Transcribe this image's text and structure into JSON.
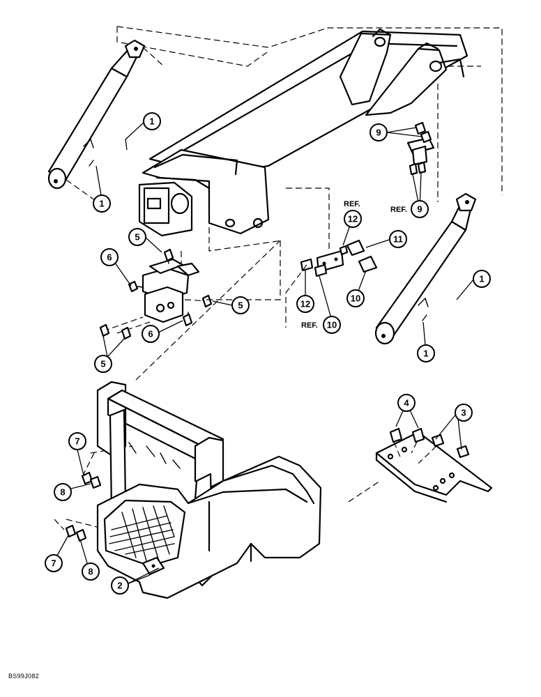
{
  "drawing_code": "BS99J082",
  "ref_prefix": "REF.",
  "callouts": [
    {
      "id": "c1a",
      "label": "1"
    },
    {
      "id": "c1b",
      "label": "1"
    },
    {
      "id": "c1c",
      "label": "1"
    },
    {
      "id": "c1d",
      "label": "1"
    },
    {
      "id": "c2",
      "label": "2"
    },
    {
      "id": "c3",
      "label": "3"
    },
    {
      "id": "c4",
      "label": "4"
    },
    {
      "id": "c5a",
      "label": "5"
    },
    {
      "id": "c5b",
      "label": "5"
    },
    {
      "id": "c5c",
      "label": "5"
    },
    {
      "id": "c6a",
      "label": "6"
    },
    {
      "id": "c6b",
      "label": "6"
    },
    {
      "id": "c7a",
      "label": "7"
    },
    {
      "id": "c7b",
      "label": "7"
    },
    {
      "id": "c8a",
      "label": "8"
    },
    {
      "id": "c8b",
      "label": "8"
    },
    {
      "id": "c9a",
      "label": "9"
    },
    {
      "id": "c9b",
      "label": "9"
    },
    {
      "id": "c10a",
      "label": "10"
    },
    {
      "id": "c10b",
      "label": "10"
    },
    {
      "id": "c11",
      "label": "11"
    },
    {
      "id": "c12a",
      "label": "12"
    },
    {
      "id": "c12b",
      "label": "12"
    }
  ]
}
